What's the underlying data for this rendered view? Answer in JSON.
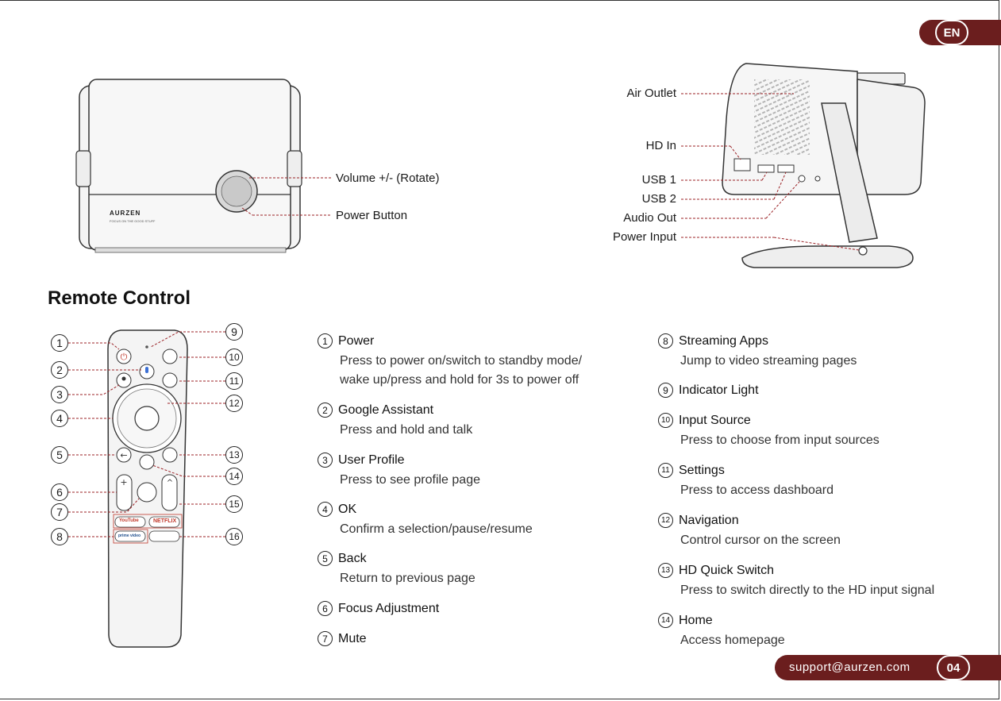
{
  "lang_badge": "EN",
  "front_view": {
    "brand": "AURZEN",
    "tagline": "FOCUS ON THE GOOD STUFF",
    "labels": [
      "Volume +/- (Rotate)",
      "Power Button"
    ]
  },
  "side_view": {
    "labels": [
      "Air Outlet",
      "HD In",
      "USB 1",
      "USB 2",
      "Audio Out",
      "Power Input"
    ]
  },
  "section_title": "Remote Control",
  "remote": {
    "callouts": [
      "1",
      "2",
      "3",
      "4",
      "5",
      "6",
      "7",
      "8",
      "9",
      "10",
      "11",
      "12",
      "13",
      "14",
      "15",
      "16"
    ],
    "youtube_label": "YouTube",
    "netflix_label": "NETFLIX",
    "prime_label": "prime video"
  },
  "items_left": [
    {
      "num": "1",
      "title": "Power",
      "desc": [
        "Press to power on/switch to standby mode/",
        "wake up/press and hold for 3s to power off"
      ]
    },
    {
      "num": "2",
      "title": "Google Assistant",
      "desc": [
        "Press and hold and talk"
      ]
    },
    {
      "num": "3",
      "title": "User Profile",
      "desc": [
        "Press to see profile page"
      ]
    },
    {
      "num": "4",
      "title": "OK",
      "desc": [
        "Confirm a selection/pause/resume"
      ]
    },
    {
      "num": "5",
      "title": "Back",
      "desc": [
        "Return to previous page"
      ]
    },
    {
      "num": "6",
      "title": "Focus Adjustment",
      "desc": []
    },
    {
      "num": "7",
      "title": "Mute",
      "desc": []
    }
  ],
  "items_right": [
    {
      "num": "8",
      "title": "Streaming Apps",
      "desc": [
        "Jump to video streaming pages"
      ]
    },
    {
      "num": "9",
      "title": "Indicator Light",
      "desc": []
    },
    {
      "num": "10",
      "title": "Input Source",
      "desc": [
        "Press to choose from input sources"
      ]
    },
    {
      "num": "11",
      "title": "Settings",
      "desc": [
        "Press to access dashboard"
      ]
    },
    {
      "num": "12",
      "title": "Navigation",
      "desc": [
        "Control cursor on the screen"
      ]
    },
    {
      "num": "13",
      "title": "HD Quick Switch",
      "desc": [
        "Press to switch directly to the HD input signal"
      ]
    },
    {
      "num": "14",
      "title": "Home",
      "desc": [
        "Access homepage"
      ]
    }
  ],
  "footer": {
    "email": "support@aurzen.com",
    "page_number": "04"
  },
  "colors": {
    "accent": "#6b1e1e",
    "callout_line": "#9b2226"
  }
}
